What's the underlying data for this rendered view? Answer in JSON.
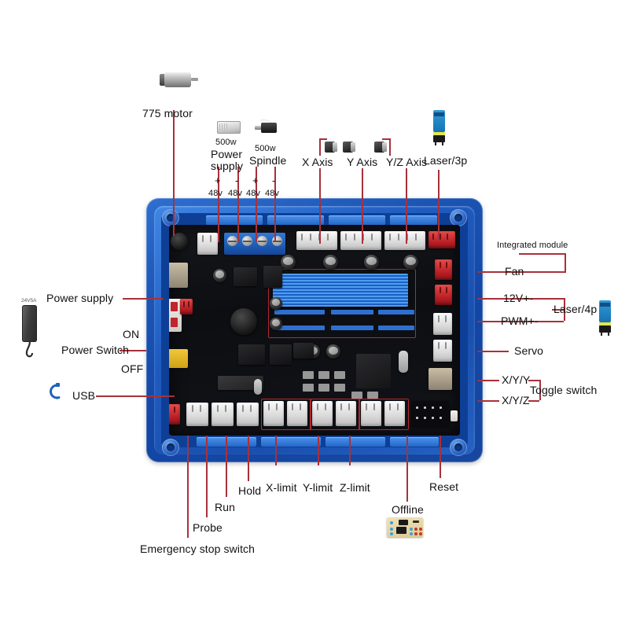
{
  "diagram": {
    "title": "CNC GRBL control board connection diagram",
    "accent_line_color": "#a8313a",
    "case_color": "#1b54b4",
    "pcb_color": "#111216"
  },
  "top_labels": {
    "motor": "775 motor",
    "power_supply_watt": "500w",
    "power_supply": "Power",
    "power_supply2": "supply",
    "spindle_watt": "500w",
    "spindle": "Spindle",
    "polarity": [
      "+",
      "-",
      "+",
      "-"
    ],
    "voltages": [
      "48v",
      "48v",
      "48v",
      "48v"
    ],
    "x_axis": "X Axis",
    "y_axis": "Y Axis",
    "yz_axis": "Y/Z Axis",
    "laser_3p": "Laser/3p"
  },
  "right_labels": {
    "integrated_module": "Integrated module",
    "fan": "Fan",
    "v12": "12V+-",
    "pwm": "PWM+-",
    "laser_4p": "Laser/4p",
    "servo": "Servo",
    "xyy": "X/Y/Y",
    "xyz": "X/Y/Z",
    "toggle_switch": "Toggle switch"
  },
  "left_labels": {
    "power_supply": "Power supply",
    "adapter_rating": "24V5A",
    "on": "ON",
    "power_switch": "Power Switch",
    "off": "OFF",
    "usb": "USB"
  },
  "bottom_labels": {
    "emergency_stop": "Emergency stop switch",
    "probe": "Probe",
    "run": "Run",
    "hold": "Hold",
    "x_limit": "X-limit",
    "y_limit": "Y-limit",
    "z_limit": "Z-limit",
    "offline": "Offline",
    "reset": "Reset"
  },
  "icons": {
    "motor": "dc-motor-icon",
    "psu": "power-supply-brick-icon",
    "spindle": "spindle-motor-icon",
    "stepper": "stepper-motor-icon",
    "laser": "laser-module-icon",
    "adapter": "ac-adapter-icon",
    "usb": "usb-cable-icon",
    "offline": "offline-controller-icon"
  }
}
